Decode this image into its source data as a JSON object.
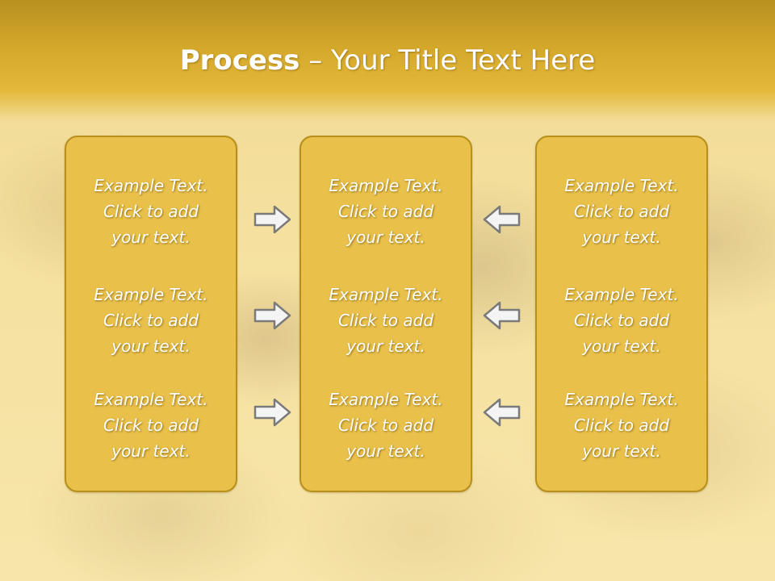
{
  "slide": {
    "title_bold": "Process",
    "title_rest": " – Your Title Text Here"
  },
  "panels": [
    {
      "items": [
        "Example Text.\nClick  to add\nyour text.",
        "Example Text.\nClick  to add\nyour text.",
        "Example Text.\nClick  to add\nyour text."
      ]
    },
    {
      "items": [
        "Example Text.\nClick  to add\nyour text.",
        "Example Text.\nClick  to add\nyour text.",
        "Example Text.\nClick  to add\nyour text."
      ]
    },
    {
      "items": [
        "Example Text.\nClick  to add\nyour text.",
        "Example Text.\nClick  to add\nyour text.",
        "Example Text.\nClick  to add\nyour text."
      ]
    }
  ],
  "arrows": {
    "left_column": [
      "arrow-right-icon",
      "arrow-right-icon",
      "arrow-right-icon"
    ],
    "right_column": [
      "arrow-left-icon",
      "arrow-left-icon",
      "arrow-left-icon"
    ]
  },
  "colors": {
    "header": "#d4a82b",
    "panel_fill": "#e8c04a",
    "panel_border": "#b98f1c",
    "text": "#ffffff",
    "arrow_fill": "#f4f4f4",
    "arrow_stroke": "#7a7a7a"
  }
}
